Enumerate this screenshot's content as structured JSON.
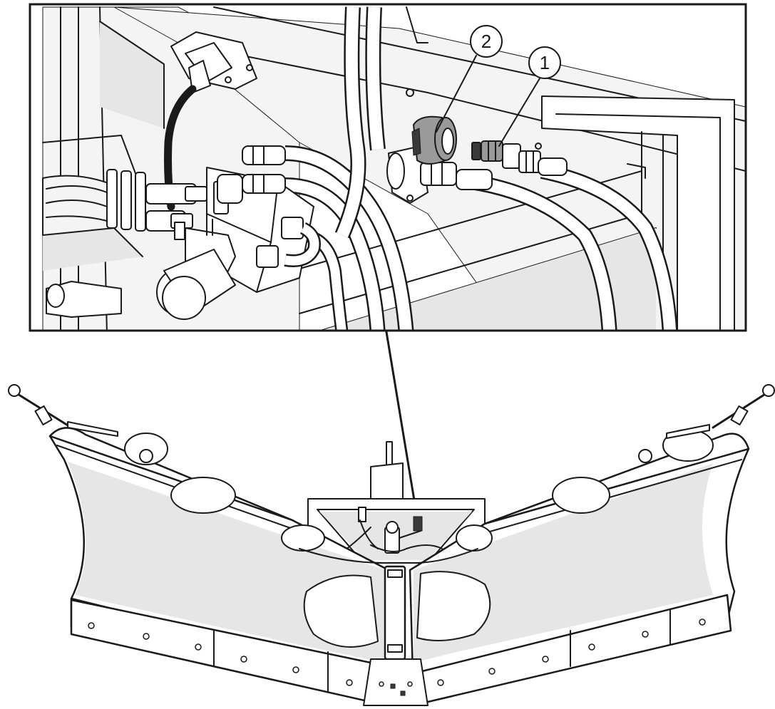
{
  "callouts": [
    {
      "label": "1",
      "part": "hydraulic-coupler-plug"
    },
    {
      "label": "2",
      "part": "dust-cap"
    }
  ],
  "colors": {
    "line": "#1a1a1a",
    "surface": "#f4f4f4",
    "shade": "#e6e6e6",
    "part-highlight": "#9a9a9a"
  }
}
